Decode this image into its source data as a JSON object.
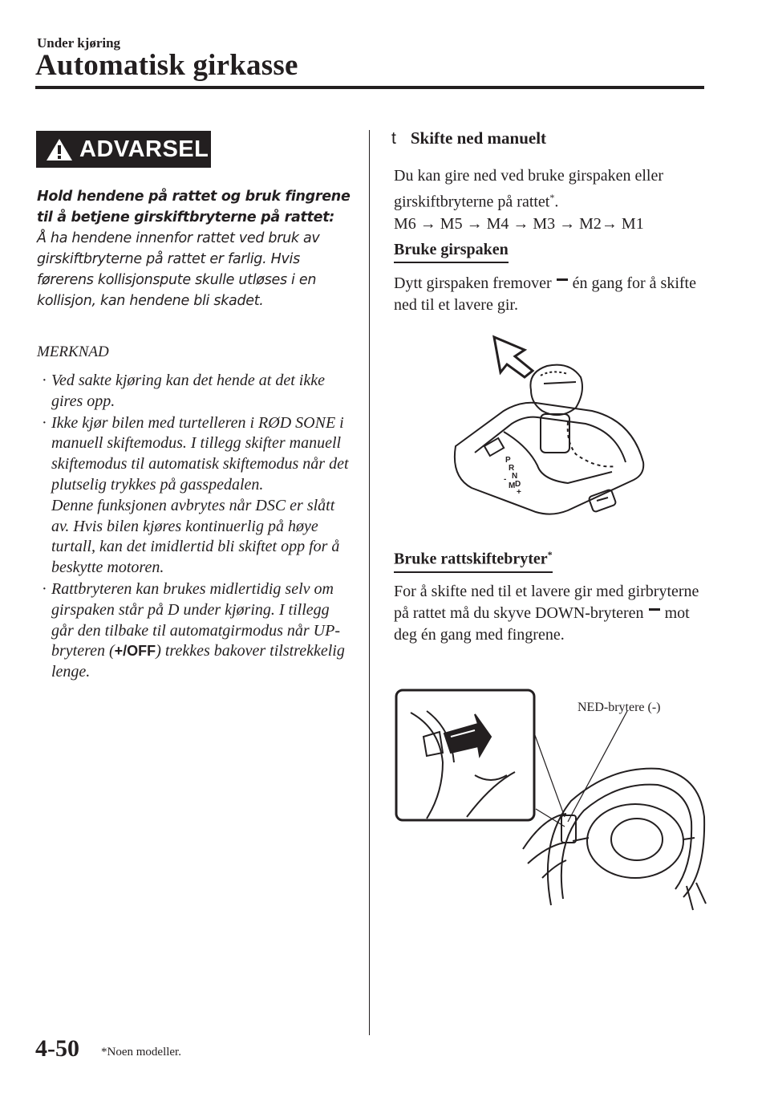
{
  "header": {
    "section": "Under kjøring",
    "title": "Automatisk girkasse"
  },
  "warning": {
    "badge": "ADVARSEL",
    "bold_text": "Hold hendene på rattet og bruk fingrene til å betjene girskiftbryterne på rattet:",
    "body": "Å ha hendene innenfor rattet ved bruk av girskiftbryterne på rattet er farlig. Hvis førerens kollisjonspute skulle utløses i en kollisjon, kan hendene bli skadet."
  },
  "note": {
    "heading": "MERKNAD",
    "items": [
      {
        "text": "Ved sakte kjøring kan det hende at det ikke gires opp."
      },
      {
        "text": "Ikke kjør bilen med turtelleren i RØD SONE i manuell skiftemodus. I tillegg skifter manuell skiftemodus til automatisk skiftemodus når det plutselig trykkes på gasspedalen.",
        "text2": "Denne funksjonen avbrytes når DSC er slått av. Hvis bilen kjøres kontinuerlig på høye turtall, kan det imidlertid bli skiftet opp for å beskytte motoren."
      },
      {
        "text": "Rattbryteren kan brukes midlertidig selv om girspaken står på D under kjøring. I tillegg går den tilbake til automatgirmodus når UP-bryteren (",
        "switch": "+/OFF",
        "text_after": ") trekkes bakover tilstrekkelig lenge."
      }
    ]
  },
  "right": {
    "heading": "Skifte ned manuelt",
    "intro": "Du kan gire ned ved bruke girspaken eller girskiftbryterne på rattet",
    "intro_star": "*",
    "intro_end": ".",
    "sequence": "M6 → M5 → M4 → M3 → M2→ M1",
    "lever": {
      "heading": "Bruke girspaken",
      "text_before": "Dytt girspaken fremover",
      "text_after": "én gang for å skifte ned til et lavere gir."
    },
    "paddle": {
      "heading": "Bruke rattskiftebryter",
      "heading_star": "*",
      "text_before": "For å skifte ned til et lavere gir med girbryterne på rattet må du skyve DOWN-bryteren",
      "text_after": "mot deg én gang med fingrene.",
      "callout": "NED-brytere (-)"
    },
    "shift_letters": [
      "P",
      "R",
      "N",
      "D",
      "M",
      "+",
      "-"
    ]
  },
  "footer": {
    "page_number": "4-50",
    "footnote": "*Noen modeller."
  }
}
